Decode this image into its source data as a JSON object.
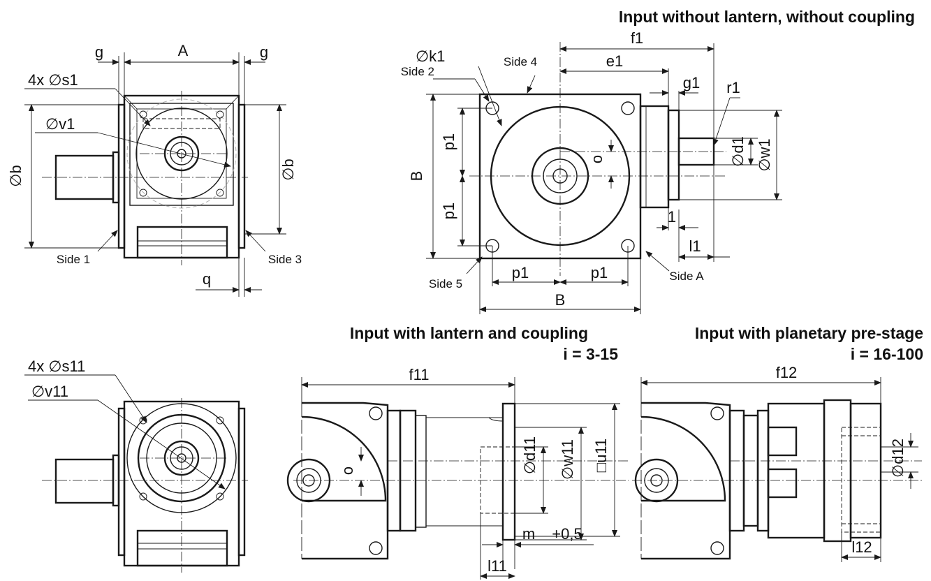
{
  "headings": {
    "top_right": "Input without lantern, without coupling",
    "mid_center": "Input with lantern and coupling",
    "mid_center_ratio": "i = 3-15",
    "mid_right": "Input with planetary pre-stage",
    "mid_right_ratio": "i = 16-100"
  },
  "side_labels": {
    "side1": "Side 1",
    "side2": "Side 2",
    "side3": "Side 3",
    "side4": "Side 4",
    "side5": "Side 5",
    "sideA": "Side A"
  },
  "dims_view1": {
    "g_left": "g",
    "A": "A",
    "g_right": "g",
    "s1": "4x ∅s1",
    "v1": "∅v1",
    "b_left": "∅b",
    "b_right": "∅b",
    "q": "q"
  },
  "dims_view2": {
    "f1": "f1",
    "e1": "e1",
    "k1": "∅k1",
    "g1": "g1",
    "r1": "r1",
    "d1": "∅d1",
    "w1": "∅w1",
    "o": "o",
    "B_side": "B",
    "p1_top": "p1",
    "p1_bottom": "p1",
    "p1_left": "p1",
    "p1_right": "p1",
    "B_bottom": "B",
    "one": "1",
    "l1": "l1"
  },
  "dims_view3": {
    "s11": "4x ∅s11",
    "v11": "∅v11"
  },
  "dims_view4": {
    "f11": "f11",
    "d11": "∅d11",
    "w11": "∅w11",
    "u11": "□u11",
    "o": "o",
    "m": "m",
    "tol": "+0,5",
    "l11": "l11"
  },
  "dims_view5": {
    "f12": "f12",
    "d12": "∅d12",
    "l12": "l12"
  }
}
